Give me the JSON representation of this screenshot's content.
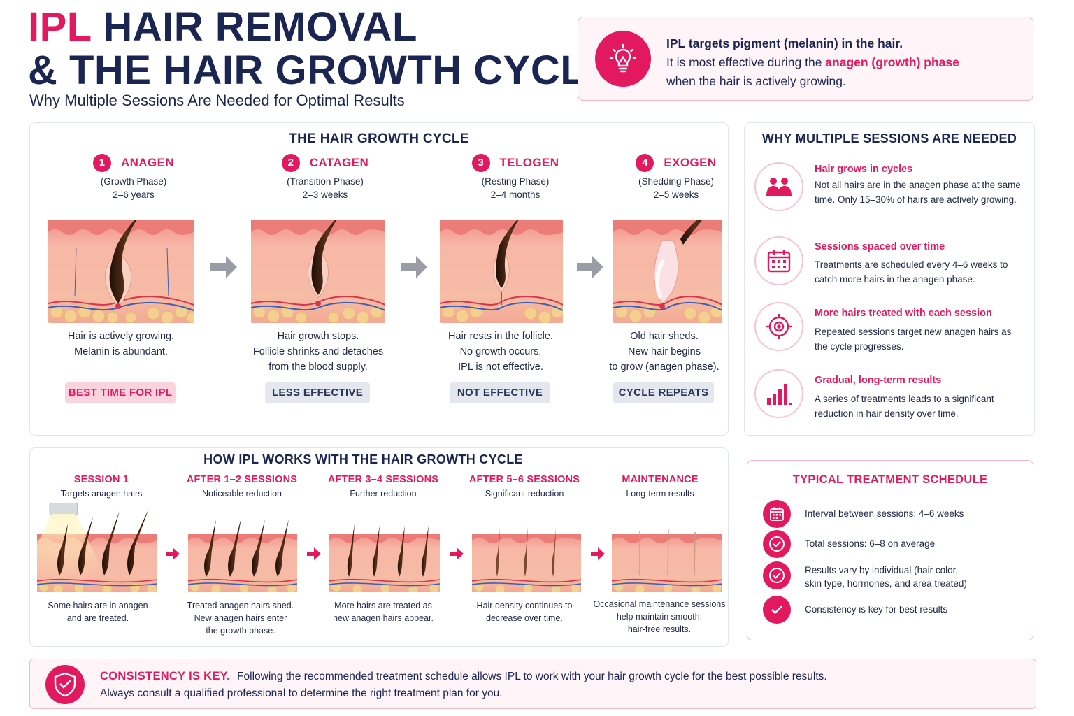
{
  "header": {
    "title_ipl": "IPL",
    "title_rest1": "HAIR REMOVAL",
    "title_line2": "& THE HAIR GROWTH CYCLE",
    "subtitle": "Why Multiple Sessions Are Needed for Optimal Results"
  },
  "callout": {
    "line1": "IPL targets pigment (melanin) in the hair.",
    "line2_pre": "It is most effective during the ",
    "line2_em": "anagen (growth) phase",
    "line3": "when the hair is actively growing.",
    "icon": "lightbulb-icon"
  },
  "cycle": {
    "title": "THE HAIR GROWTH CYCLE",
    "stages": [
      {
        "num": "1",
        "name": "ANAGEN",
        "phase": "(Growth Phase)",
        "duration": "2–6 years",
        "desc": [
          "Hair is actively growing.",
          "Melanin is abundant."
        ],
        "badge": "BEST TIME FOR IPL"
      },
      {
        "num": "2",
        "name": "CATAGEN",
        "phase": "(Transition Phase)",
        "duration": "2–3 weeks",
        "desc": [
          "Hair growth stops.",
          "Follicle shrinks and detaches",
          "from the blood supply."
        ],
        "badge": "LESS EFFECTIVE"
      },
      {
        "num": "3",
        "name": "TELOGEN",
        "phase": "(Resting Phase)",
        "duration": "2–4 months",
        "desc": [
          "Hair rests in the follicle.",
          "No growth occurs.",
          "IPL is not effective."
        ],
        "badge": "NOT EFFECTIVE"
      },
      {
        "num": "4",
        "name": "EXOGEN",
        "phase": "(Shedding Phase)",
        "duration": "2–5 weeks",
        "desc": [
          "Old hair sheds.",
          "New hair begins",
          "to grow (anagen phase)."
        ],
        "badge": "CYCLE REPEATS"
      }
    ]
  },
  "why": {
    "title": "WHY MULTIPLE SESSIONS ARE NEEDED",
    "items": [
      {
        "icon": "people-icon",
        "heading": "Hair grows in cycles",
        "text": "Not all hairs are in the anagen phase at the same time. Only 15–30% of hairs are actively growing."
      },
      {
        "icon": "calendar-icon",
        "heading": "Sessions spaced over time",
        "text": "Treatments are scheduled every 4–6 weeks to catch more hairs in the anagen phase."
      },
      {
        "icon": "target-icon",
        "heading": "More hairs treated with each session",
        "text": "Repeated sessions target new anagen hairs as the cycle progresses."
      },
      {
        "icon": "bar-chart-icon",
        "heading": "Gradual, long-term results",
        "text": "A series of treatments leads to a significant reduction in hair density over time."
      }
    ]
  },
  "ipl": {
    "title": "HOW IPL WORKS WITH THE HAIR GROWTH CYCLE",
    "sessions": [
      {
        "heading": "SESSION 1",
        "sub": "Targets anagen hairs",
        "desc": [
          "Some hairs are in anagen",
          "and are treated."
        ]
      },
      {
        "heading": "AFTER 1–2 SESSIONS",
        "sub": "Noticeable reduction",
        "desc": [
          "Treated anagen hairs shed.",
          "New anagen hairs enter",
          "the growth phase."
        ]
      },
      {
        "heading": "AFTER 3–4 SESSIONS",
        "sub": "Further reduction",
        "desc": [
          "More hairs are treated as",
          "new anagen hairs appear."
        ]
      },
      {
        "heading": "AFTER 5–6 SESSIONS",
        "sub": "Significant reduction",
        "desc": [
          "Hair density continues to",
          "decrease over time."
        ]
      },
      {
        "heading": "MAINTENANCE",
        "sub": "Long-term results",
        "desc": [
          "Occasional maintenance sessions",
          "help maintain smooth,",
          "hair-free results."
        ]
      }
    ]
  },
  "schedule": {
    "title": "TYPICAL TREATMENT SCHEDULE",
    "items": [
      {
        "icon": "calendar-icon",
        "text": [
          "Interval between sessions: 4–6 weeks"
        ]
      },
      {
        "icon": "check-circle-icon",
        "text": [
          "Total sessions: 6–8 on average"
        ]
      },
      {
        "icon": "check-circle-icon",
        "text": [
          "Results vary by individual (hair color,",
          "skin type, hormones, and area treated)"
        ]
      },
      {
        "icon": "check-icon",
        "text": [
          "Consistency is key for best results"
        ]
      }
    ]
  },
  "footer": {
    "heading": "CONSISTENCY IS KEY.",
    "line1": "Following the recommended treatment schedule allows IPL to work with your hair growth cycle for the best possible results.",
    "line2": "Always consult a qualified professional to determine the right treatment plan for you.",
    "icon": "shield-check-icon"
  },
  "colors": {
    "accent": "#e3195f",
    "navy": "#1b2552",
    "skin": "#f6b9a4",
    "fat": "#f4cf8f",
    "hair": "#3a1f12"
  }
}
